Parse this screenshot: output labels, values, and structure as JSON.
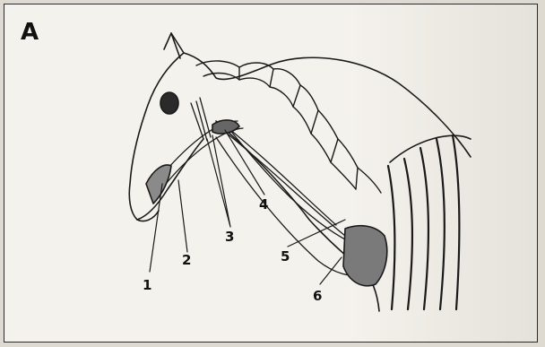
{
  "panel_label": "A",
  "callouts": [
    {
      "id": "1",
      "label": "1"
    },
    {
      "id": "2",
      "label": "2"
    },
    {
      "id": "3",
      "label": "3"
    },
    {
      "id": "4",
      "label": "4"
    },
    {
      "id": "5",
      "label": "5"
    },
    {
      "id": "6",
      "label": "6"
    }
  ],
  "colors": {
    "ink": "#1a1a1a",
    "paper": "#f4f2ec",
    "shade": "#6b6b6b"
  }
}
